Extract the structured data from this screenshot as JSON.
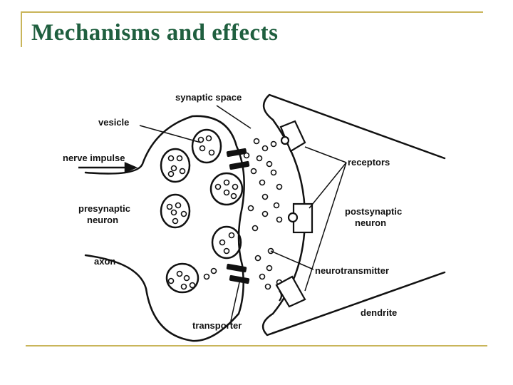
{
  "slide": {
    "title": "Mechanisms and effects",
    "frame_color": "#c9b55a",
    "title_color": "#1f5f3f"
  },
  "labels": {
    "synaptic_space": "synaptic space",
    "vesicle": "vesicle",
    "nerve_impulse": "nerve impulse",
    "presynaptic_line1": "presynaptic",
    "presynaptic_line2": "neuron",
    "axon": "axon",
    "transporter": "transporter",
    "receptors": "receptors",
    "postsynaptic_line1": "postsynaptic",
    "postsynaptic_line2": "neuron",
    "neurotransmitter": "neurotransmitter",
    "dendrite": "dendrite"
  }
}
